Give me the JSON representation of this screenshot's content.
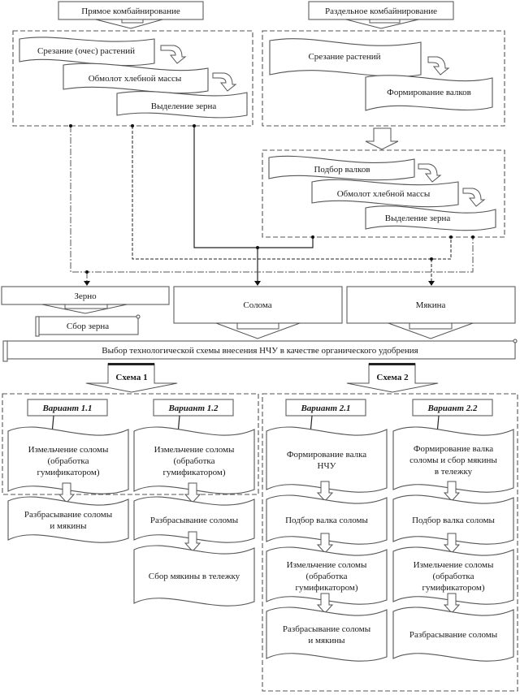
{
  "top": {
    "direct": {
      "title": "Прямое комбайнирование",
      "steps": [
        "Срезание (очес) растений",
        "Обмолот хлебной массы",
        "Выделение зерна"
      ]
    },
    "separate": {
      "title": "Раздельное комбайнирование",
      "steps": [
        "Срезание растений",
        "Формирование валков"
      ],
      "steps2": [
        "Подбор валков",
        "Обмолот хлебной массы",
        "Выделение зерна"
      ]
    }
  },
  "products": {
    "grain": "Зерно",
    "grain_collect": "Сбор зерна",
    "straw": "Солома",
    "chaff": "Мякина"
  },
  "choice": "Выбор технологической  схемы внесения НЧУ  в качестве органического удобрения",
  "schemes": [
    {
      "label": "Схема 1",
      "variants": [
        {
          "label": "Вариант 1.1",
          "steps": [
            [
              "Измельчение соломы",
              "(обработка",
              "гумификатором)"
            ],
            [
              "Разбрасывание соломы",
              "и мякины"
            ]
          ]
        },
        {
          "label": "Вариант 1.2",
          "steps": [
            [
              "Измельчение соломы",
              "(обработка",
              "гумификатором)"
            ],
            [
              "Разбрасывание соломы"
            ],
            [
              "Сбор мякины в тележку"
            ]
          ]
        }
      ]
    },
    {
      "label": "Схема 2",
      "variants": [
        {
          "label": "Вариант 2.1",
          "steps": [
            [
              "Формирование валка",
              "НЧУ"
            ],
            [
              "Подбор валка соломы"
            ],
            [
              "Измельчение соломы",
              "(обработка",
              "гумификатором)"
            ],
            [
              "Разбрасывание соломы",
              "и мякины"
            ]
          ]
        },
        {
          "label": "Вариант 2.2",
          "steps": [
            [
              "Формирование валка",
              "соломы и сбор мякины",
              "в тележку"
            ],
            [
              "Подбор валка соломы"
            ],
            [
              "Измельчение соломы",
              "(обработка",
              "гумификатором)"
            ],
            [
              "Разбрасывание соломы"
            ]
          ]
        }
      ]
    }
  ]
}
